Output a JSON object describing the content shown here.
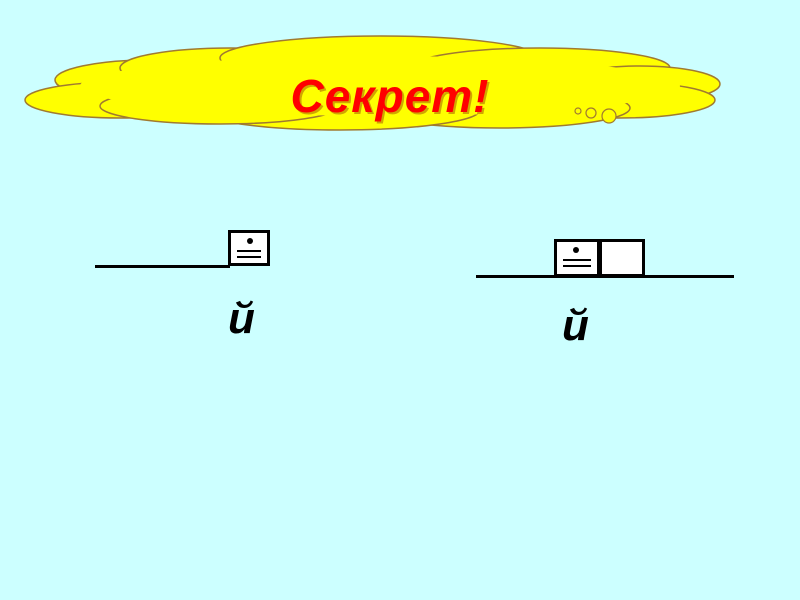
{
  "title": {
    "text": "Секрет!",
    "color": "#ff0000"
  },
  "colors": {
    "background": "#ccffff",
    "cloud_fill": "#ffff00",
    "cloud_outline": "#996633"
  },
  "left_scheme": {
    "letter": "й",
    "cells": [
      "consonant-soft-sign-icon"
    ]
  },
  "right_scheme": {
    "letter": "й",
    "cells": [
      "consonant-soft-sign-icon",
      "empty-cell-icon"
    ]
  }
}
